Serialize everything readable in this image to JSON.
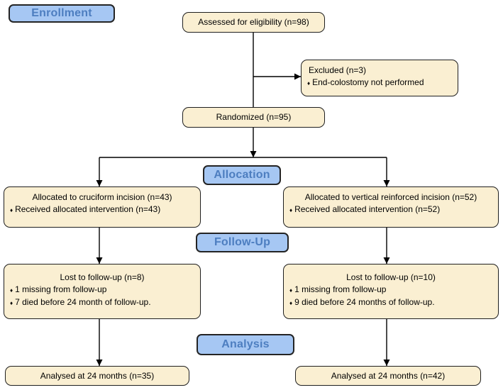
{
  "diagram_type": "CONSORT participant flow diagram",
  "bullet_char": "♦",
  "colors": {
    "box_fill": "#faefd2",
    "box_border": "#1f1f1f",
    "label_fill": "#a6c7f3",
    "label_border": "#242424",
    "label_text": "#4d7ec0",
    "arrow": "#000000"
  },
  "stages": {
    "enrollment": {
      "label": "Enrollment"
    },
    "allocation": {
      "label": "Allocation"
    },
    "follow_up": {
      "label": "Follow-Up"
    },
    "analysis": {
      "label": "Analysis"
    }
  },
  "boxes": {
    "assessed": {
      "text": "Assessed for eligibility (n=98)"
    },
    "excluded": {
      "title": "Excluded (n=3)",
      "bullets": [
        "End-colostomy not performed"
      ]
    },
    "randomized": {
      "text": "Randomized (n=95)"
    },
    "allocation_left": {
      "title": "Allocated to cruciform incision (n=43)",
      "bullets": [
        "Received allocated intervention (n=43)"
      ]
    },
    "allocation_right": {
      "title": "Allocated to vertical reinforced incision (n=52)",
      "bullets": [
        "Received allocated intervention (n=52)"
      ]
    },
    "follow_up_left": {
      "title": "Lost to follow-up (n=8)",
      "bullets": [
        "1 missing from follow-up",
        "7 died before 24 month of follow-up."
      ]
    },
    "follow_up_right": {
      "title": "Lost to follow-up (n=10)",
      "bullets": [
        "1 missing from follow-up",
        "9 died before 24 months of follow-up."
      ]
    },
    "analysis_left": {
      "text": "Analysed at 24 months (n=35)"
    },
    "analysis_right": {
      "text": "Analysed at 24 months (n=42)"
    }
  }
}
